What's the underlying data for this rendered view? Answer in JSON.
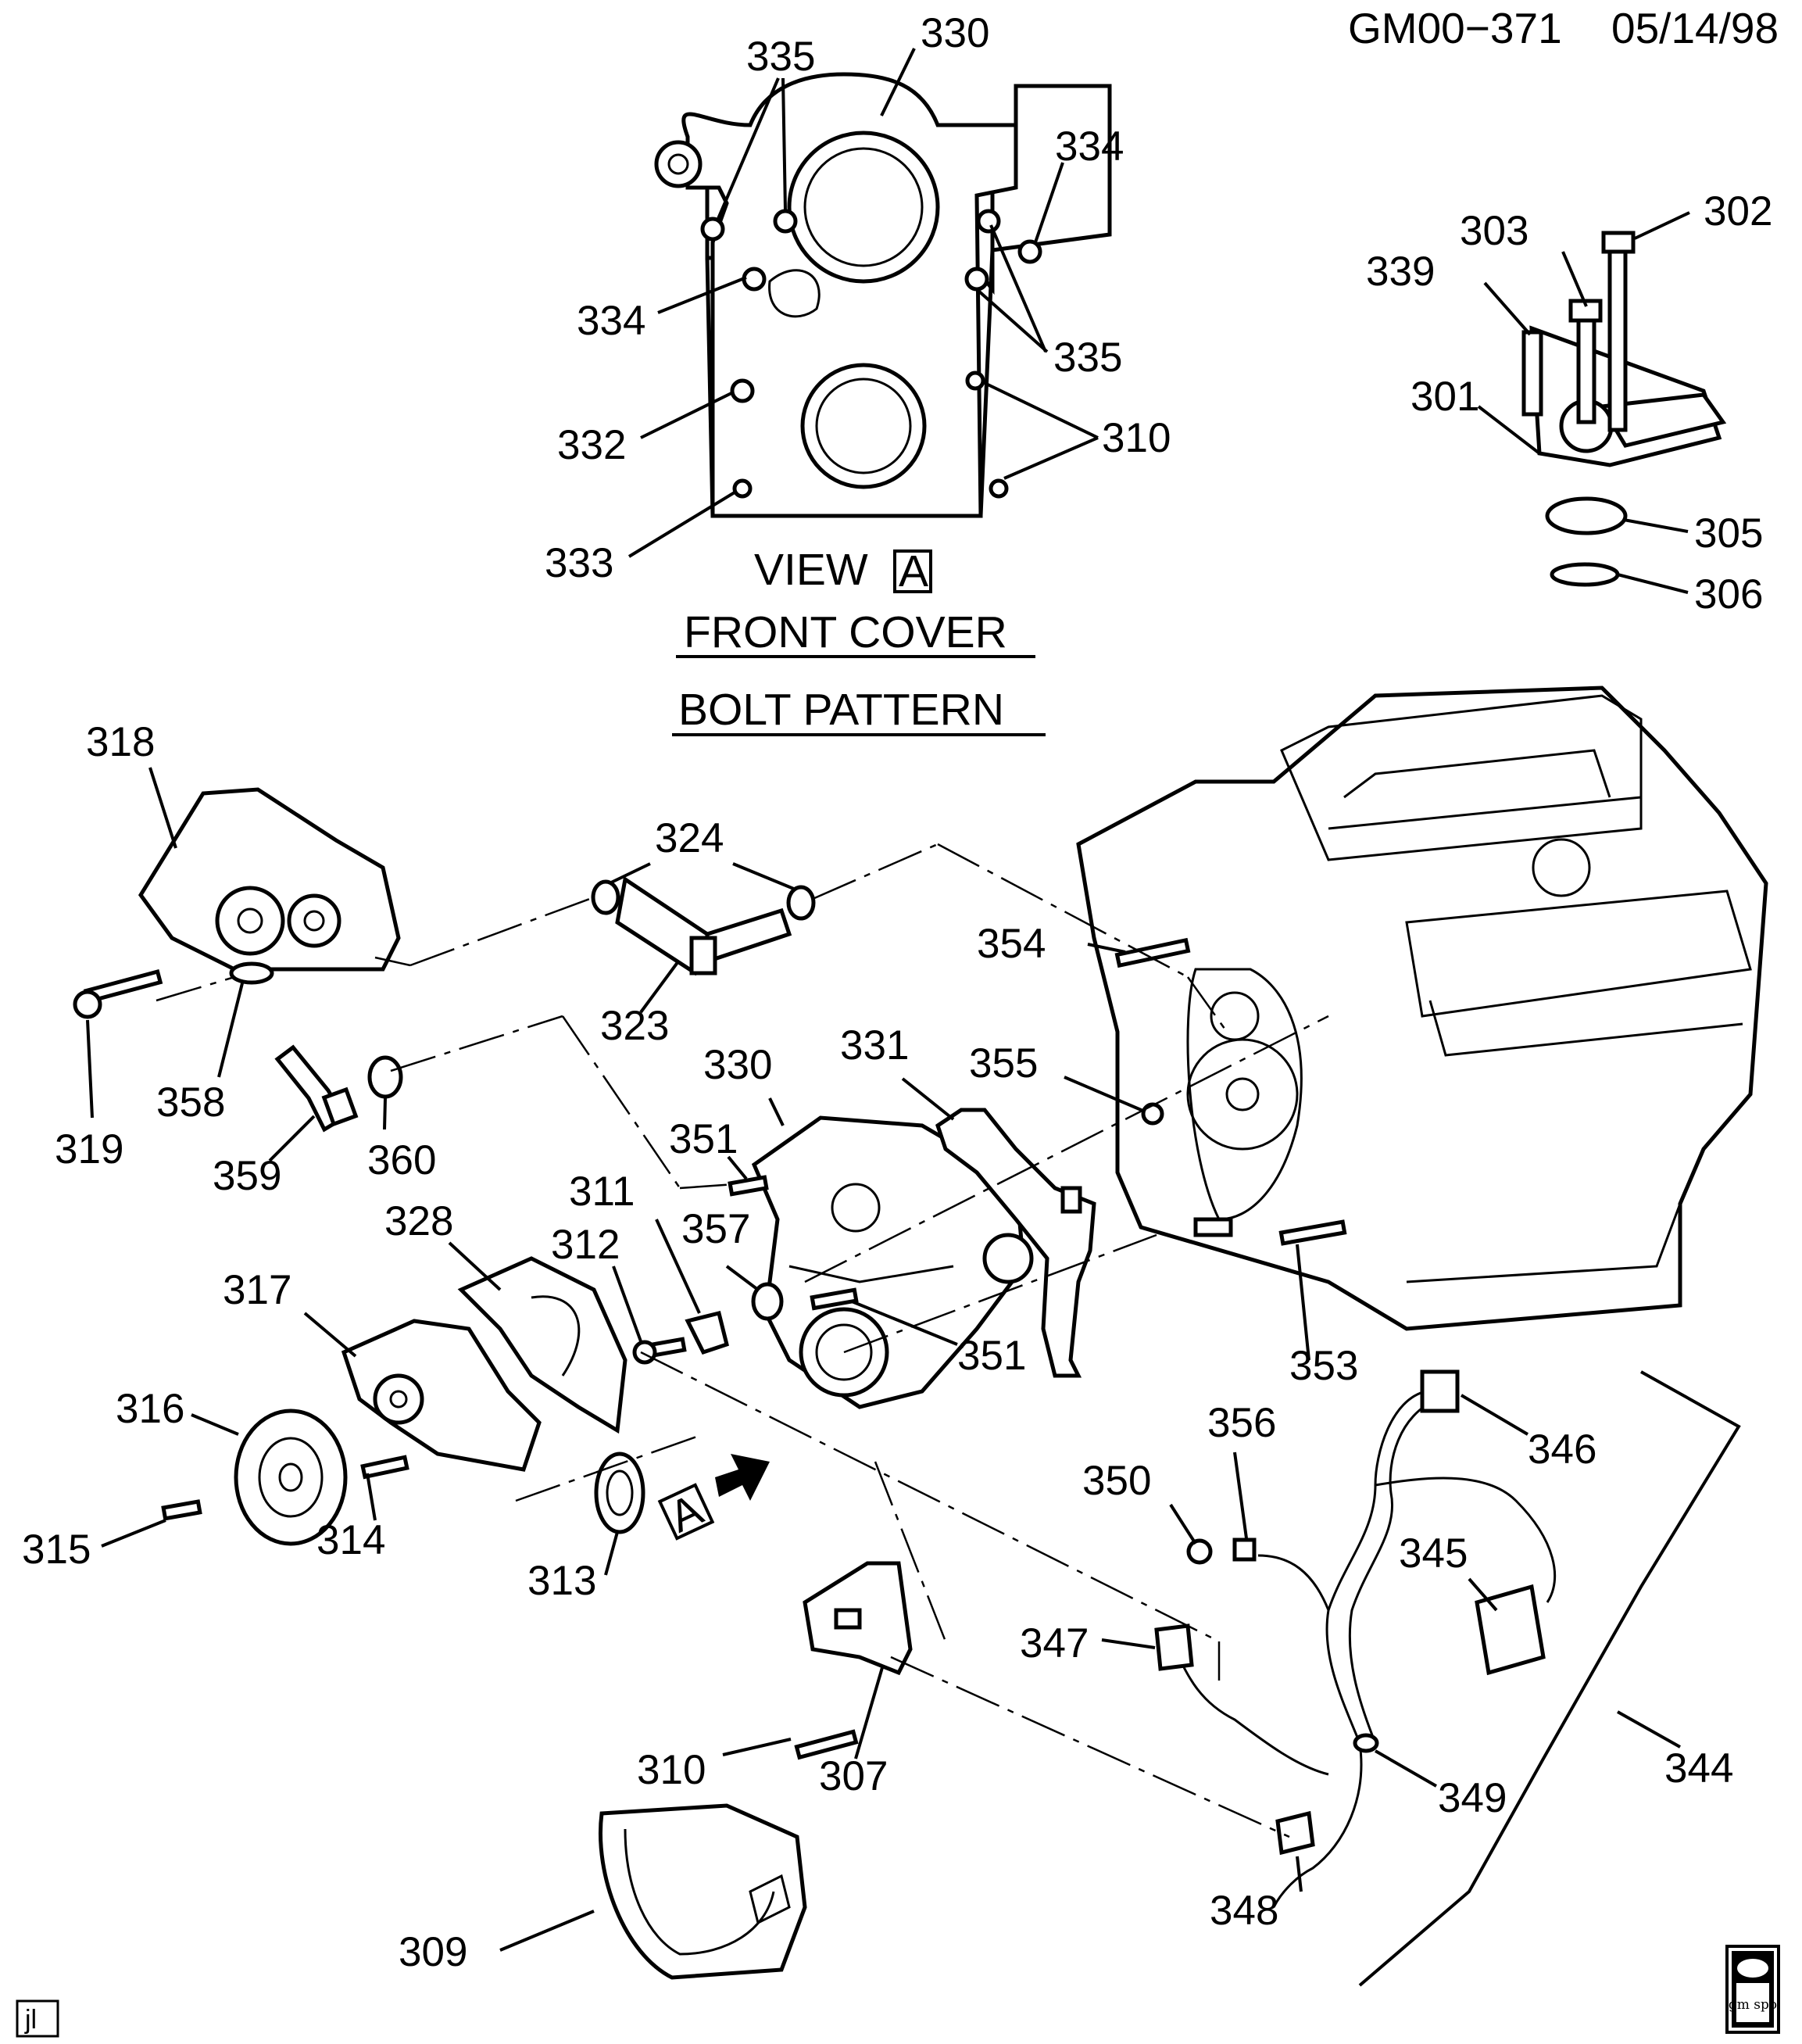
{
  "header": {
    "code": "GM00−371",
    "date": "05/14/98"
  },
  "view": {
    "label": "VIEW",
    "marker": "A",
    "title_line1": "FRONT COVER",
    "title_line2": "BOLT PATTERN"
  },
  "callouts": {
    "c330_top": "330",
    "c335_top": "335",
    "c334_right": "334",
    "c334_left": "334",
    "c335_right": "335",
    "c332": "332",
    "c310_top": "310",
    "c333": "333",
    "c302": "302",
    "c303": "303",
    "c339": "339",
    "c301": "301",
    "c305": "305",
    "c306": "306",
    "c318": "318",
    "c324": "324",
    "c323": "323",
    "c319": "319",
    "c358": "358",
    "c359": "359",
    "c360": "360",
    "c330_mid": "330",
    "c331": "331",
    "c354": "354",
    "c355": "355",
    "c351_top": "351",
    "c311": "311",
    "c328": "328",
    "c312": "312",
    "c357": "357",
    "c317": "317",
    "c351_bottom": "351",
    "c353": "353",
    "c316": "316",
    "c315": "315",
    "c314": "314",
    "c313": "313",
    "c356": "356",
    "c346": "346",
    "c350": "350",
    "c345": "345",
    "c347": "347",
    "c310_bottom": "310",
    "c307": "307",
    "c344": "344",
    "c349": "349",
    "c348": "348",
    "c309": "309"
  },
  "arrow_marker": "A",
  "corner_tag": "jl",
  "logo_text": "gm spo"
}
